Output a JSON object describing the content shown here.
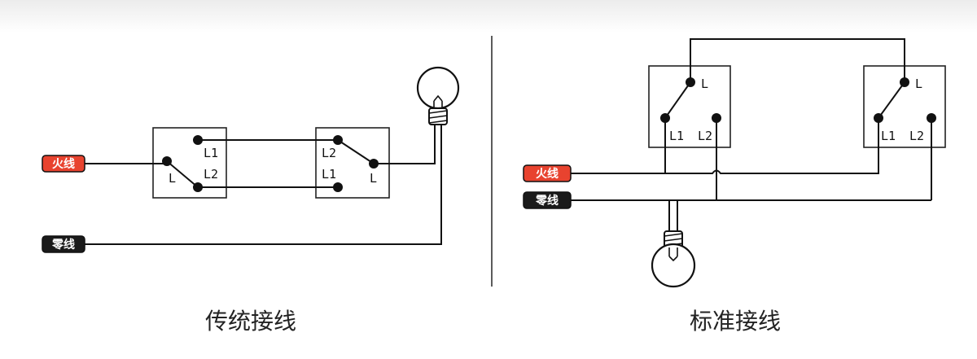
{
  "left_panel": {
    "caption": "传统接线",
    "live_label": "火线",
    "neutral_label": "零线",
    "switch1": {
      "terminals": [
        "L1",
        "L2",
        "L"
      ]
    },
    "switch2": {
      "terminals": [
        "L2",
        "L1",
        "L"
      ]
    }
  },
  "right_panel": {
    "caption": "标准接线",
    "live_label": "火线",
    "neutral_label": "零线",
    "switch1": {
      "terminals": [
        "L",
        "L1",
        "L2"
      ]
    },
    "switch2": {
      "terminals": [
        "L",
        "L1",
        "L2"
      ]
    }
  },
  "colors": {
    "live": "#e8432f",
    "neutral": "#1a1a1a"
  }
}
